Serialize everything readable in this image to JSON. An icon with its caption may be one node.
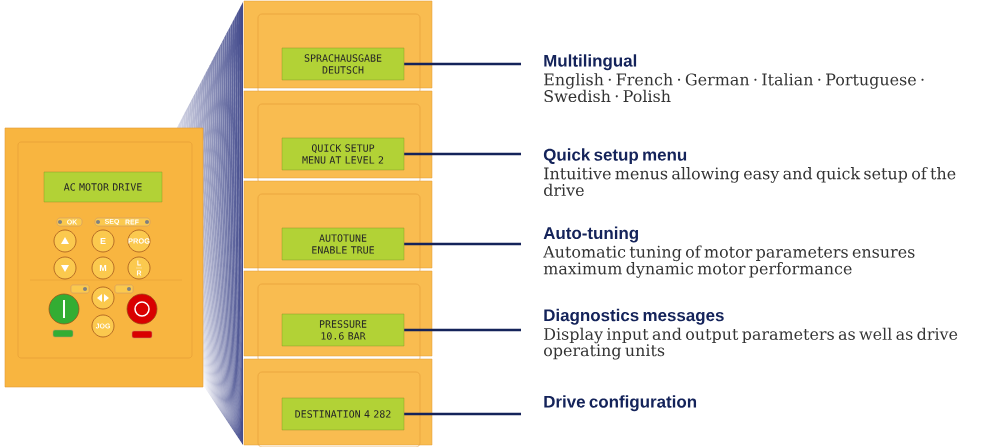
{
  "diagram": {
    "nodes": [
      {
        "text": [
          "AC MOTOR DRIVE"
        ]
      },
      {
        "text": [
          "SPRACHAUSGABE DEUTSCH"
        ]
      },
      {
        "text": [
          "QUICK SETUP MENU AT LEVEL 2"
        ]
      },
      {
        "text": [
          "AUTOTUNE ENABLE TRUE"
        ]
      },
      {
        "text": [
          "PRESSURE 10.6 BAR"
        ]
      },
      {
        "text": [
          "DESTINATION 4 282"
        ]
      },
      {
        "text": [
          "Multilingual",
          "English · French · German · Italian · Portuguese · Swedish · Polish"
        ]
      },
      {
        "text": [
          "Quick setup menu",
          "Intuitive menus allowing easy and quick setup of the drive"
        ]
      },
      {
        "text": [
          "Auto-tuning",
          "Automatic tuning of motor parameters ensures maximum dynamic motor performance"
        ]
      },
      {
        "text": [
          "Diagnostics messages",
          "Display input and output parameters as well as drive operating units"
        ]
      },
      {
        "text": [
          "Drive configuration"
        ]
      }
    ],
    "edges": [
      {
        "from": 1,
        "to": 6,
        "arrow": "none"
      },
      {
        "from": 2,
        "to": 7,
        "arrow": "none"
      },
      {
        "from": 3,
        "to": 8,
        "arrow": "none"
      },
      {
        "from": 4,
        "to": 9,
        "arrow": "none"
      },
      {
        "from": 5,
        "to": 10,
        "arrow": "none"
      }
    ],
    "labels": [
      "OK",
      "SEQ",
      "REF",
      "E",
      "PROG",
      "M",
      "L",
      "R",
      "JOG"
    ]
  }
}
